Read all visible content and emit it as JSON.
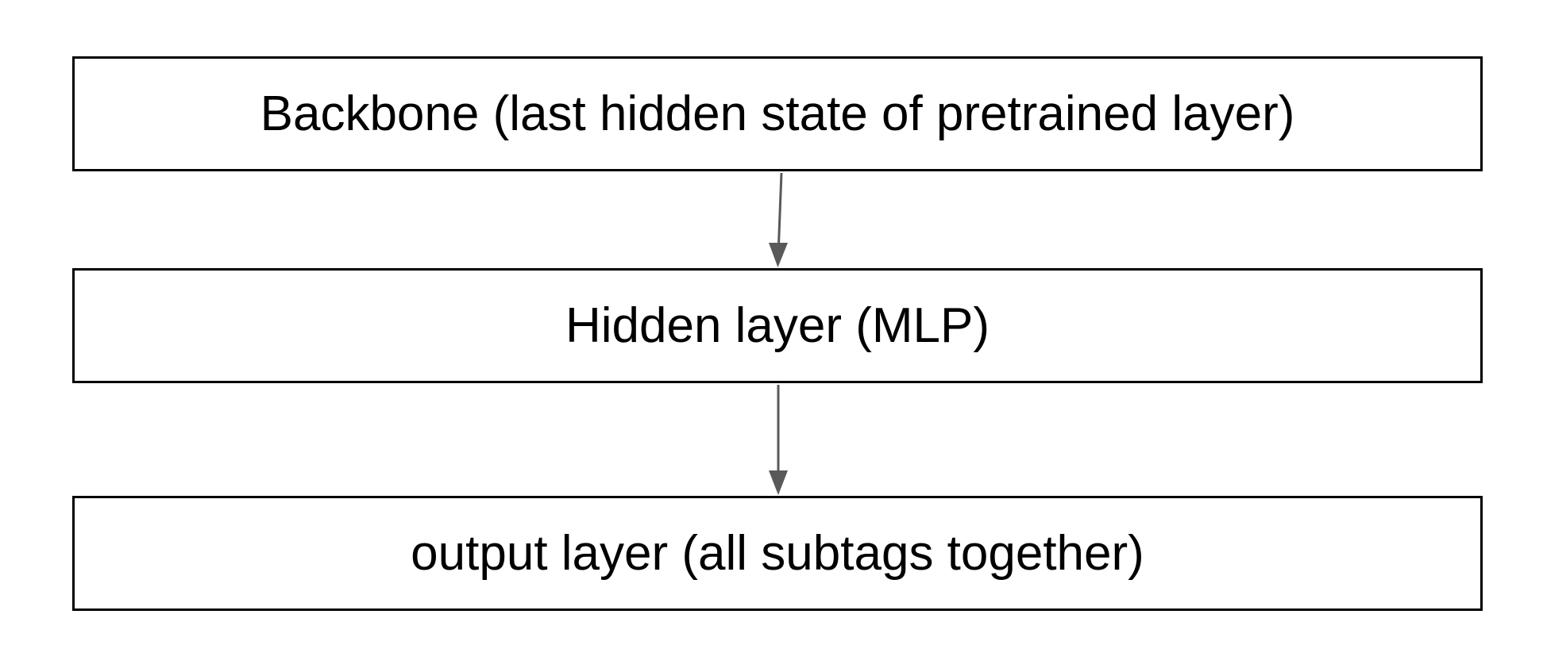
{
  "diagram": {
    "boxes": [
      {
        "label": "Backbone (last hidden state of pretrained layer)"
      },
      {
        "label": "Hidden layer (MLP)"
      },
      {
        "label": "output layer (all subtags together)"
      }
    ],
    "connections": [
      {
        "from": 0,
        "to": 1
      },
      {
        "from": 1,
        "to": 2
      }
    ],
    "colors": {
      "box_border": "#000000",
      "arrow": "#595959",
      "text": "#000000",
      "background": "#ffffff"
    }
  }
}
